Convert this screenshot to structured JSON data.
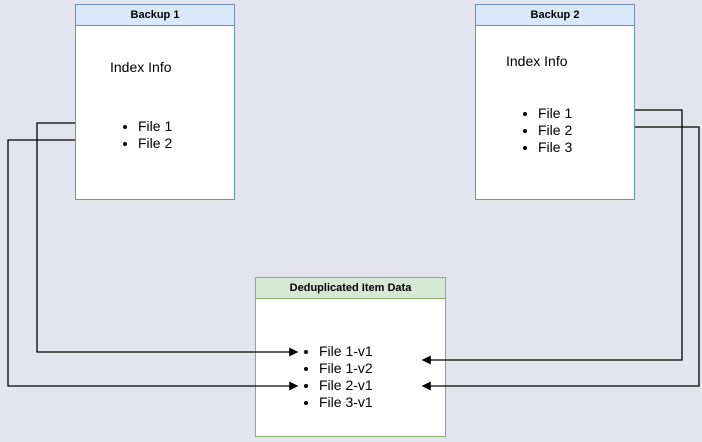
{
  "backup1": {
    "title": "Backup 1",
    "subtitle": "Index Info",
    "items": [
      "File 1",
      "File 2"
    ]
  },
  "backup2": {
    "title": "Backup 2",
    "subtitle": "Index Info",
    "items": [
      "File 1",
      "File 2",
      "File 3"
    ]
  },
  "dedup": {
    "title": "Deduplicated Item Data",
    "items": [
      "File 1-v1",
      "File 1-v2",
      "File 2-v1",
      "File 3-v1"
    ]
  },
  "connections": [
    {
      "from": "Backup 1 / File 1",
      "to": "File 1-v1",
      "side": "left"
    },
    {
      "from": "Backup 1 / File 2",
      "to": "File 2-v1",
      "side": "left"
    },
    {
      "from": "Backup 2 / File 1",
      "to": "File 1-v2",
      "side": "right"
    },
    {
      "from": "Backup 2 / File 2",
      "to": "File 2-v1",
      "side": "right"
    }
  ],
  "colors": {
    "page_background": "#e4e4ee",
    "backup_border": "#6c8ebf",
    "backup_header_fill": "#dae8fc",
    "dedup_border": "#82b366",
    "dedup_header_fill": "#d5e8d4",
    "node_fill": "#ffffff",
    "arrow": "#000000"
  }
}
